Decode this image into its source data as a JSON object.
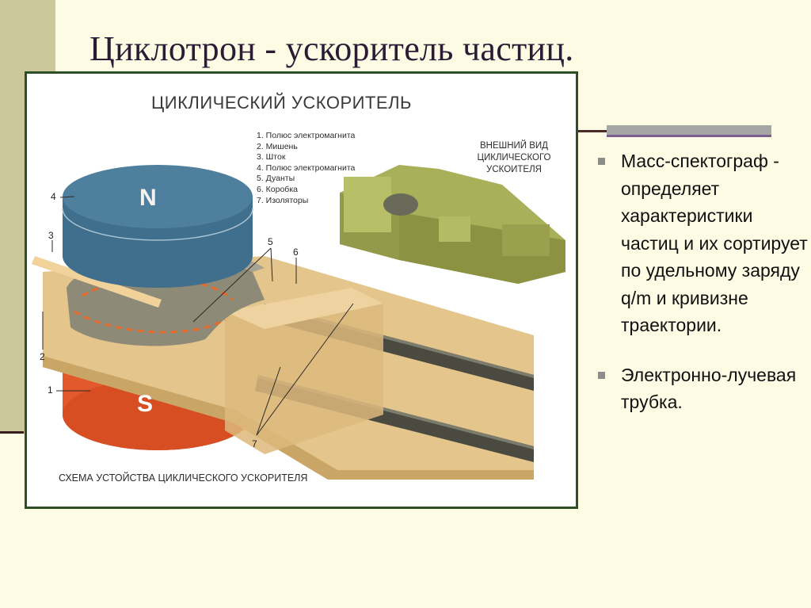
{
  "slide": {
    "title": "Циклотрон - ускоритель частиц."
  },
  "figure": {
    "heading": "ЦИКЛИЧЕСКИЙ УСКОРИТЕЛЬ",
    "legend": [
      "1. Полюс электромагнита",
      "2. Мишень",
      "3. Шток",
      "4. Полюс электромагнита",
      "5. Дуанты",
      "6. Коробка",
      "7. Изоляторы"
    ],
    "external_view_caption": "ВНЕШНИЙ ВИД ЦИКЛИЧЕСКОГО УСКОИТЕЛЯ",
    "caption": "СХЕМА УСТОЙСТВА ЦИКЛИЧЕСКОГО УСКОРИТЕЛЯ",
    "pole_north": "N",
    "pole_south": "S",
    "callouts": {
      "c1": "1",
      "c2": "2",
      "c3": "3",
      "c4": "4",
      "c5": "5",
      "c6": "6",
      "c7": "7"
    }
  },
  "bullets": [
    "Масс-спектограф - определяет характеристики частиц и их сортирует по удельному заряду q/m и кривизне траектории.",
    "Электронно-лучевая трубка."
  ],
  "colors": {
    "background": "#fdfbe4",
    "side_band": "#cbc99c",
    "frame": "#2e4f26",
    "north_pole": "#3f6f8c",
    "south_pole": "#e2592c",
    "chamber": "#e4c58c",
    "machine": "#a9b05a"
  }
}
